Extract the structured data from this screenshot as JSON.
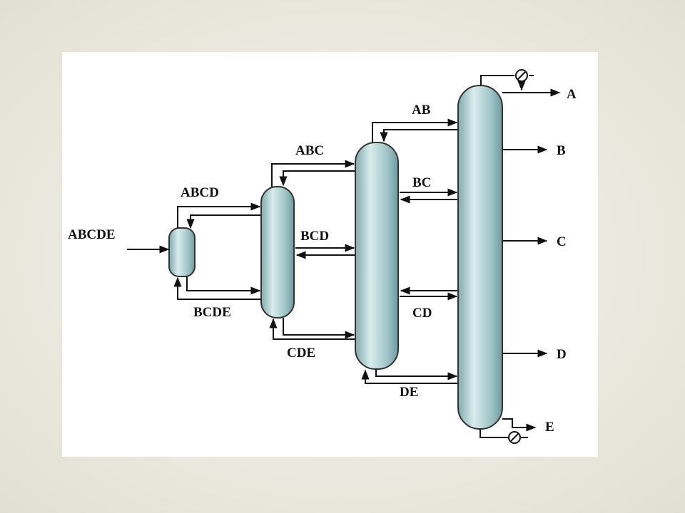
{
  "diagram": {
    "feed": "ABCDE",
    "column1": {
      "top": "ABCD",
      "bottom": "BCDE"
    },
    "column2": {
      "top": "ABC",
      "mid": "BCD",
      "bottom": "CDE"
    },
    "column3": {
      "top": "AB",
      "upper": "BC",
      "lower": "CD",
      "bottom": "DE"
    },
    "products": [
      "A",
      "B",
      "C",
      "D",
      "E"
    ],
    "colors": {
      "column_fill": "#9ec3c6",
      "column_highlight": "#d9ecec",
      "line": "#111111"
    }
  }
}
